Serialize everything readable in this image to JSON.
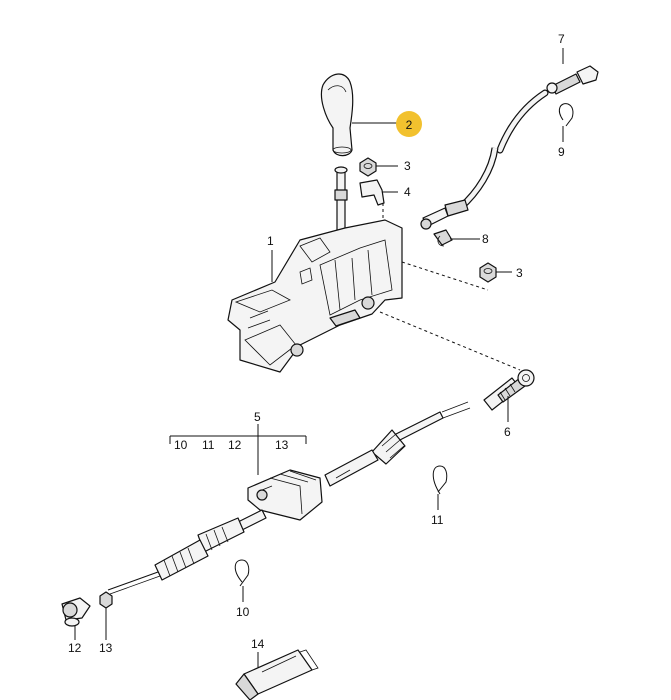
{
  "diagram": {
    "highlight_color": "#f2c12e",
    "callouts": [
      {
        "id": "c1",
        "text": "1"
      },
      {
        "id": "c2",
        "text": "2"
      },
      {
        "id": "c3a",
        "text": "3"
      },
      {
        "id": "c3b",
        "text": "3"
      },
      {
        "id": "c4",
        "text": "4"
      },
      {
        "id": "c5",
        "text": "5"
      },
      {
        "id": "c6",
        "text": "6"
      },
      {
        "id": "c7",
        "text": "7"
      },
      {
        "id": "c8",
        "text": "8"
      },
      {
        "id": "c9",
        "text": "9"
      },
      {
        "id": "c10a",
        "text": "10"
      },
      {
        "id": "c10b",
        "text": "10"
      },
      {
        "id": "c11a",
        "text": "11"
      },
      {
        "id": "c11b",
        "text": "11"
      },
      {
        "id": "c12a",
        "text": "12"
      },
      {
        "id": "c12b",
        "text": "12"
      },
      {
        "id": "c13a",
        "text": "13"
      },
      {
        "id": "c13b",
        "text": "13"
      },
      {
        "id": "c14",
        "text": "14"
      }
    ]
  }
}
